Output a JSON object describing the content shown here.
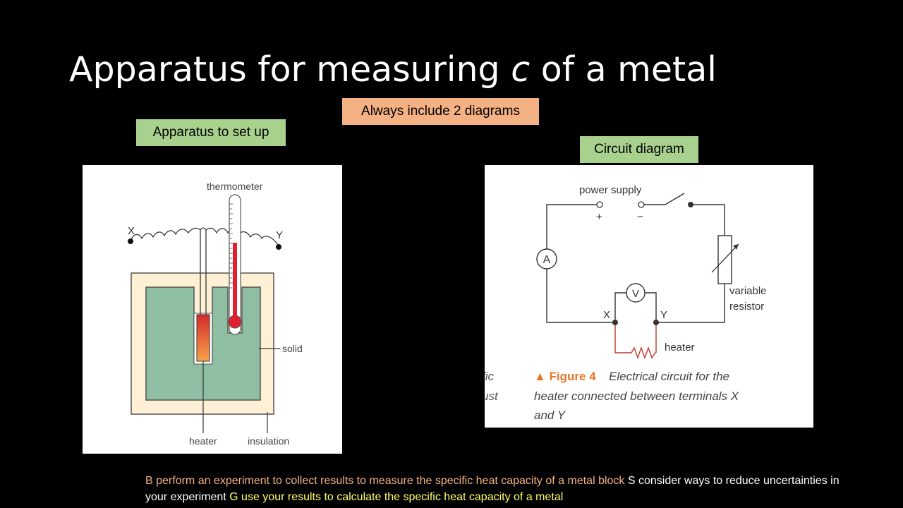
{
  "slide": {
    "title_prefix": "Apparatus for measuring ",
    "title_symbol": "c",
    "title_suffix": " of a metal"
  },
  "labels": {
    "diagrams_note": "Always include 2 diagrams",
    "apparatus": "Apparatus to set up",
    "circuit": "Circuit diagram"
  },
  "apparatus_diagram": {
    "thermometer": "thermometer",
    "terminal_x": "X",
    "terminal_y": "Y",
    "solid": "solid",
    "heater": "heater",
    "insulation": "insulation"
  },
  "circuit_diagram": {
    "power_supply": "power supply",
    "plus": "+",
    "minus": "−",
    "ammeter": "A",
    "voltmeter": "V",
    "variable_resistor_1": "variable",
    "variable_resistor_2": "resistor",
    "terminal_x": "X",
    "terminal_y": "Y",
    "heater": "heater",
    "fragment_1": "fic",
    "fragment_2": "ust",
    "caption_figure": "▲ Figure 4",
    "caption_line1": "Electrical circuit for the",
    "caption_line2": "heater connected between terminals X",
    "caption_line3": "and Y"
  },
  "footer": {
    "b": "B perform an experiment to collect results to measure the specific heat capacity of a metal block",
    "s": " S consider ways to reduce uncertainties in your experiment",
    "g": " G use your results to calculate the specific heat capacity of a metal"
  },
  "colors": {
    "background": "#000000",
    "label_orange": "#f4b183",
    "label_green": "#a9d18e",
    "objective_b": "#f4b183",
    "objective_g": "#ffff66"
  }
}
